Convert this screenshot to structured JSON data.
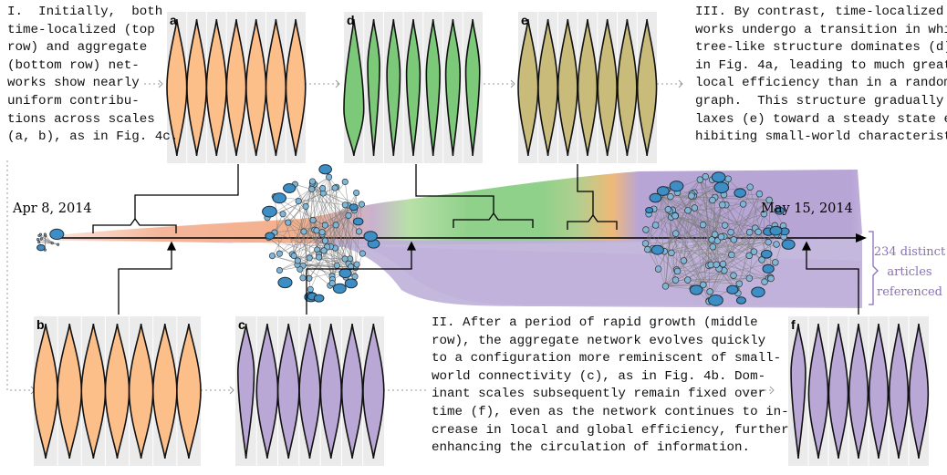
{
  "notes": {
    "note1": "I.  Initially,  both\ntime-localized (top\nrow) and aggregate\n(bottom row) net-\nworks show nearly\nuniform contribu-\ntions across scales\n(a, b), as in Fig. 4c.",
    "note2": "II. After a period of rapid growth (middle\nrow), the aggregate network evolves quickly\nto a configuration more reminiscent of small-\nworld connectivity (c), as in Fig. 4b. Dom-\ninant scales subsequently remain fixed over\ntime (f), even as the network continues to in-\ncrease in local and global efficiency, further\nenhancing the circulation of information.",
    "note3": "III. By contrast, time-localized net-\nworks undergo a transition in which\ntree-like structure dominates (d), as\nin Fig. 4a, leading to much greater\nlocal efficiency than in a random\ngraph.  This structure gradually re-\nlaxes (e) toward a steady state ex-\nhibiting small-world characteristics."
  },
  "timeline": {
    "start_date": "Apr 8, 2014",
    "end_date": "May 15, 2014",
    "count_lines": [
      "234 distinct",
      "articles",
      "referenced"
    ]
  },
  "panels": [
    {
      "id": "a",
      "label": "a",
      "fill": "#fdbf8a",
      "widths": [
        0.5,
        0.49,
        0.5,
        0.49,
        0.5,
        0.5,
        0.49
      ],
      "centers": [
        0.5,
        0.5,
        0.5,
        0.5,
        0.5,
        0.5,
        0.5
      ]
    },
    {
      "id": "d",
      "label": "d",
      "fill": "#7dc97a",
      "widths": [
        0.5,
        0.3,
        0.33,
        0.34,
        0.34,
        0.36,
        0.35
      ],
      "centers": [
        0.66,
        0.34,
        0.4,
        0.4,
        0.4,
        0.4,
        0.38
      ]
    },
    {
      "id": "e",
      "label": "e",
      "fill": "#c9bc7a",
      "widths": [
        0.5,
        0.49,
        0.49,
        0.48,
        0.48,
        0.48,
        0.48
      ],
      "centers": [
        0.5,
        0.5,
        0.5,
        0.5,
        0.5,
        0.5,
        0.5
      ]
    },
    {
      "id": "b",
      "label": "b",
      "fill": "#fdbf8a",
      "widths": [
        0.5,
        0.5,
        0.5,
        0.5,
        0.5,
        0.5,
        0.5
      ],
      "centers": [
        0.5,
        0.5,
        0.5,
        0.5,
        0.5,
        0.5,
        0.5
      ]
    },
    {
      "id": "c",
      "label": "c",
      "fill": "#b9a7d6",
      "widths": [
        0.38,
        0.5,
        0.5,
        0.49,
        0.49,
        0.49,
        0.49
      ],
      "centers": [
        0.36,
        0.5,
        0.5,
        0.5,
        0.5,
        0.5,
        0.5
      ]
    },
    {
      "id": "f",
      "label": "f",
      "fill": "#b9a7d6",
      "widths": [
        0.36,
        0.48,
        0.48,
        0.47,
        0.47,
        0.47,
        0.47
      ],
      "centers": [
        0.36,
        0.52,
        0.52,
        0.52,
        0.52,
        0.52,
        0.52
      ]
    }
  ],
  "colors": {
    "orange": "#f4b08c",
    "green": "#8fd08a",
    "tan": "#efb978",
    "purple": "#b7a5d6",
    "count_text": "#8b6fb8",
    "node": "#7fb6d8",
    "edge": "#7d7d7d"
  }
}
